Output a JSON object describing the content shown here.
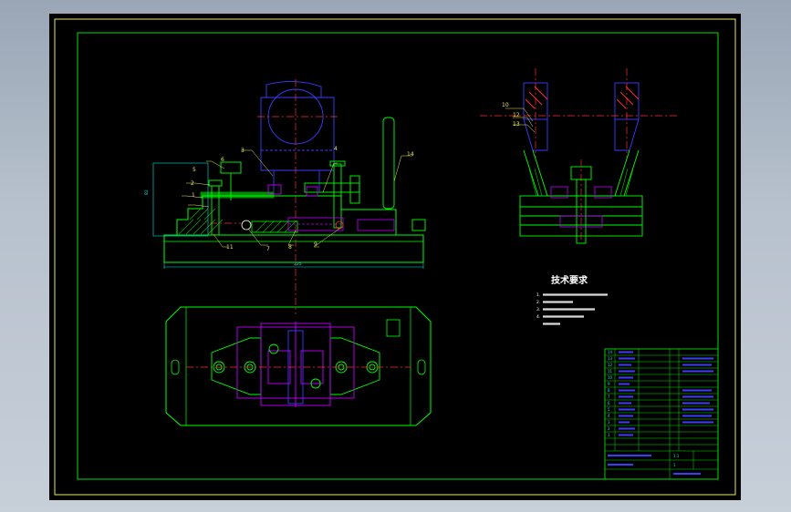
{
  "colors": {
    "frame": "#e8e85a",
    "border": "#00e000",
    "part": "#00ff00",
    "hatch": "#00c000",
    "workpiece": "#3c3cff",
    "fixture": "#c000ff",
    "center": "#ff3030",
    "dimension": "#00e5e5",
    "label": "#e8e85a",
    "text": "#ffffff"
  },
  "front_view": {
    "part_labels": [
      "1",
      "2",
      "3",
      "4",
      "5",
      "6",
      "7",
      "8",
      "9",
      "11",
      "14"
    ],
    "dims": {
      "height": "82",
      "width": "325"
    }
  },
  "side_view": {
    "part_labels": [
      "10",
      "12",
      "13"
    ]
  },
  "tech_requirements": {
    "title": "技术要求",
    "lines": [
      "1.",
      "2.",
      "3.",
      "4."
    ]
  },
  "title_block": {
    "row_numbers": [
      "14",
      "13",
      "12",
      "11",
      "10",
      "9",
      "8",
      "7",
      "6",
      "5",
      "4",
      "3",
      "2",
      "1"
    ],
    "scale": "1:1",
    "sheet": "1"
  }
}
